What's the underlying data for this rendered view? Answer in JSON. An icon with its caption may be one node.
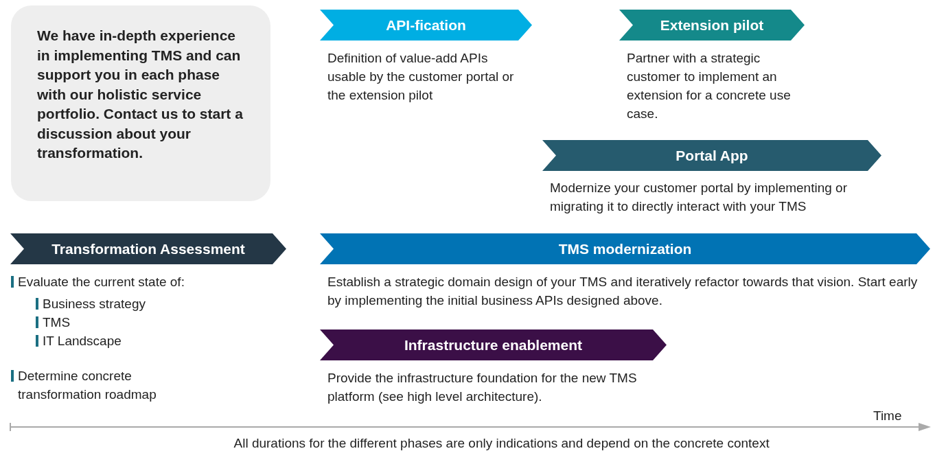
{
  "diagram": {
    "caption": "All durations for the different phases are only indications and depend on the concrete context",
    "nodes": [
      {
        "text": [
          "We have in-depth experience in implementing TMS and can support you in each phase with our holistic service portfolio. Contact us to start a discussion about your transformation."
        ]
      },
      {
        "text": [
          "API-fication"
        ],
        "beside": [
          "Definition of value-add APIs usable by the customer portal or the extension pilot"
        ]
      },
      {
        "text": [
          "Extension pilot"
        ],
        "beside": [
          "Partner with a strategic customer to implement an extension for a concrete use case."
        ]
      },
      {
        "text": [
          "Portal App"
        ],
        "beside": [
          "Modernize your customer portal by implementing or migrating it to directly interact with your TMS"
        ]
      },
      {
        "text": [
          "Transformation Assessment"
        ],
        "beside": [
          "Evaluate the current state of:",
          "Business strategy",
          "TMS",
          "IT Landscape",
          "Determine concrete transformation roadmap"
        ]
      },
      {
        "text": [
          "TMS modernization"
        ],
        "beside": [
          "Establish a strategic domain design of your TMS and iteratively refactor towards that vision. Start early by implementing the initial business APIs designed above."
        ]
      },
      {
        "text": [
          "Infrastructure enablement"
        ],
        "beside": [
          "Provide the infrastructure foundation for the new TMS platform (see high level architecture)."
        ]
      }
    ],
    "labels": [
      "Time"
    ]
  }
}
